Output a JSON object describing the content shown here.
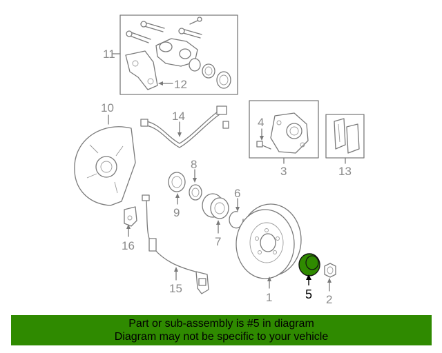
{
  "callouts": {
    "p1": "1",
    "p2": "2",
    "p3": "3",
    "p4": "4",
    "p5": "5",
    "p6": "6",
    "p7": "7",
    "p8": "8",
    "p9": "9",
    "p10": "10",
    "p11": "11",
    "p12": "12",
    "p13": "13",
    "p14": "14",
    "p15": "15",
    "p16": "16"
  },
  "highlight": {
    "part": "5",
    "color": "#2f8a00"
  },
  "footer": {
    "line1": "Part or sub-assembly is #5 in diagram",
    "line2": "Diagram may not be specific to your vehicle",
    "color": "#2f8a00"
  }
}
